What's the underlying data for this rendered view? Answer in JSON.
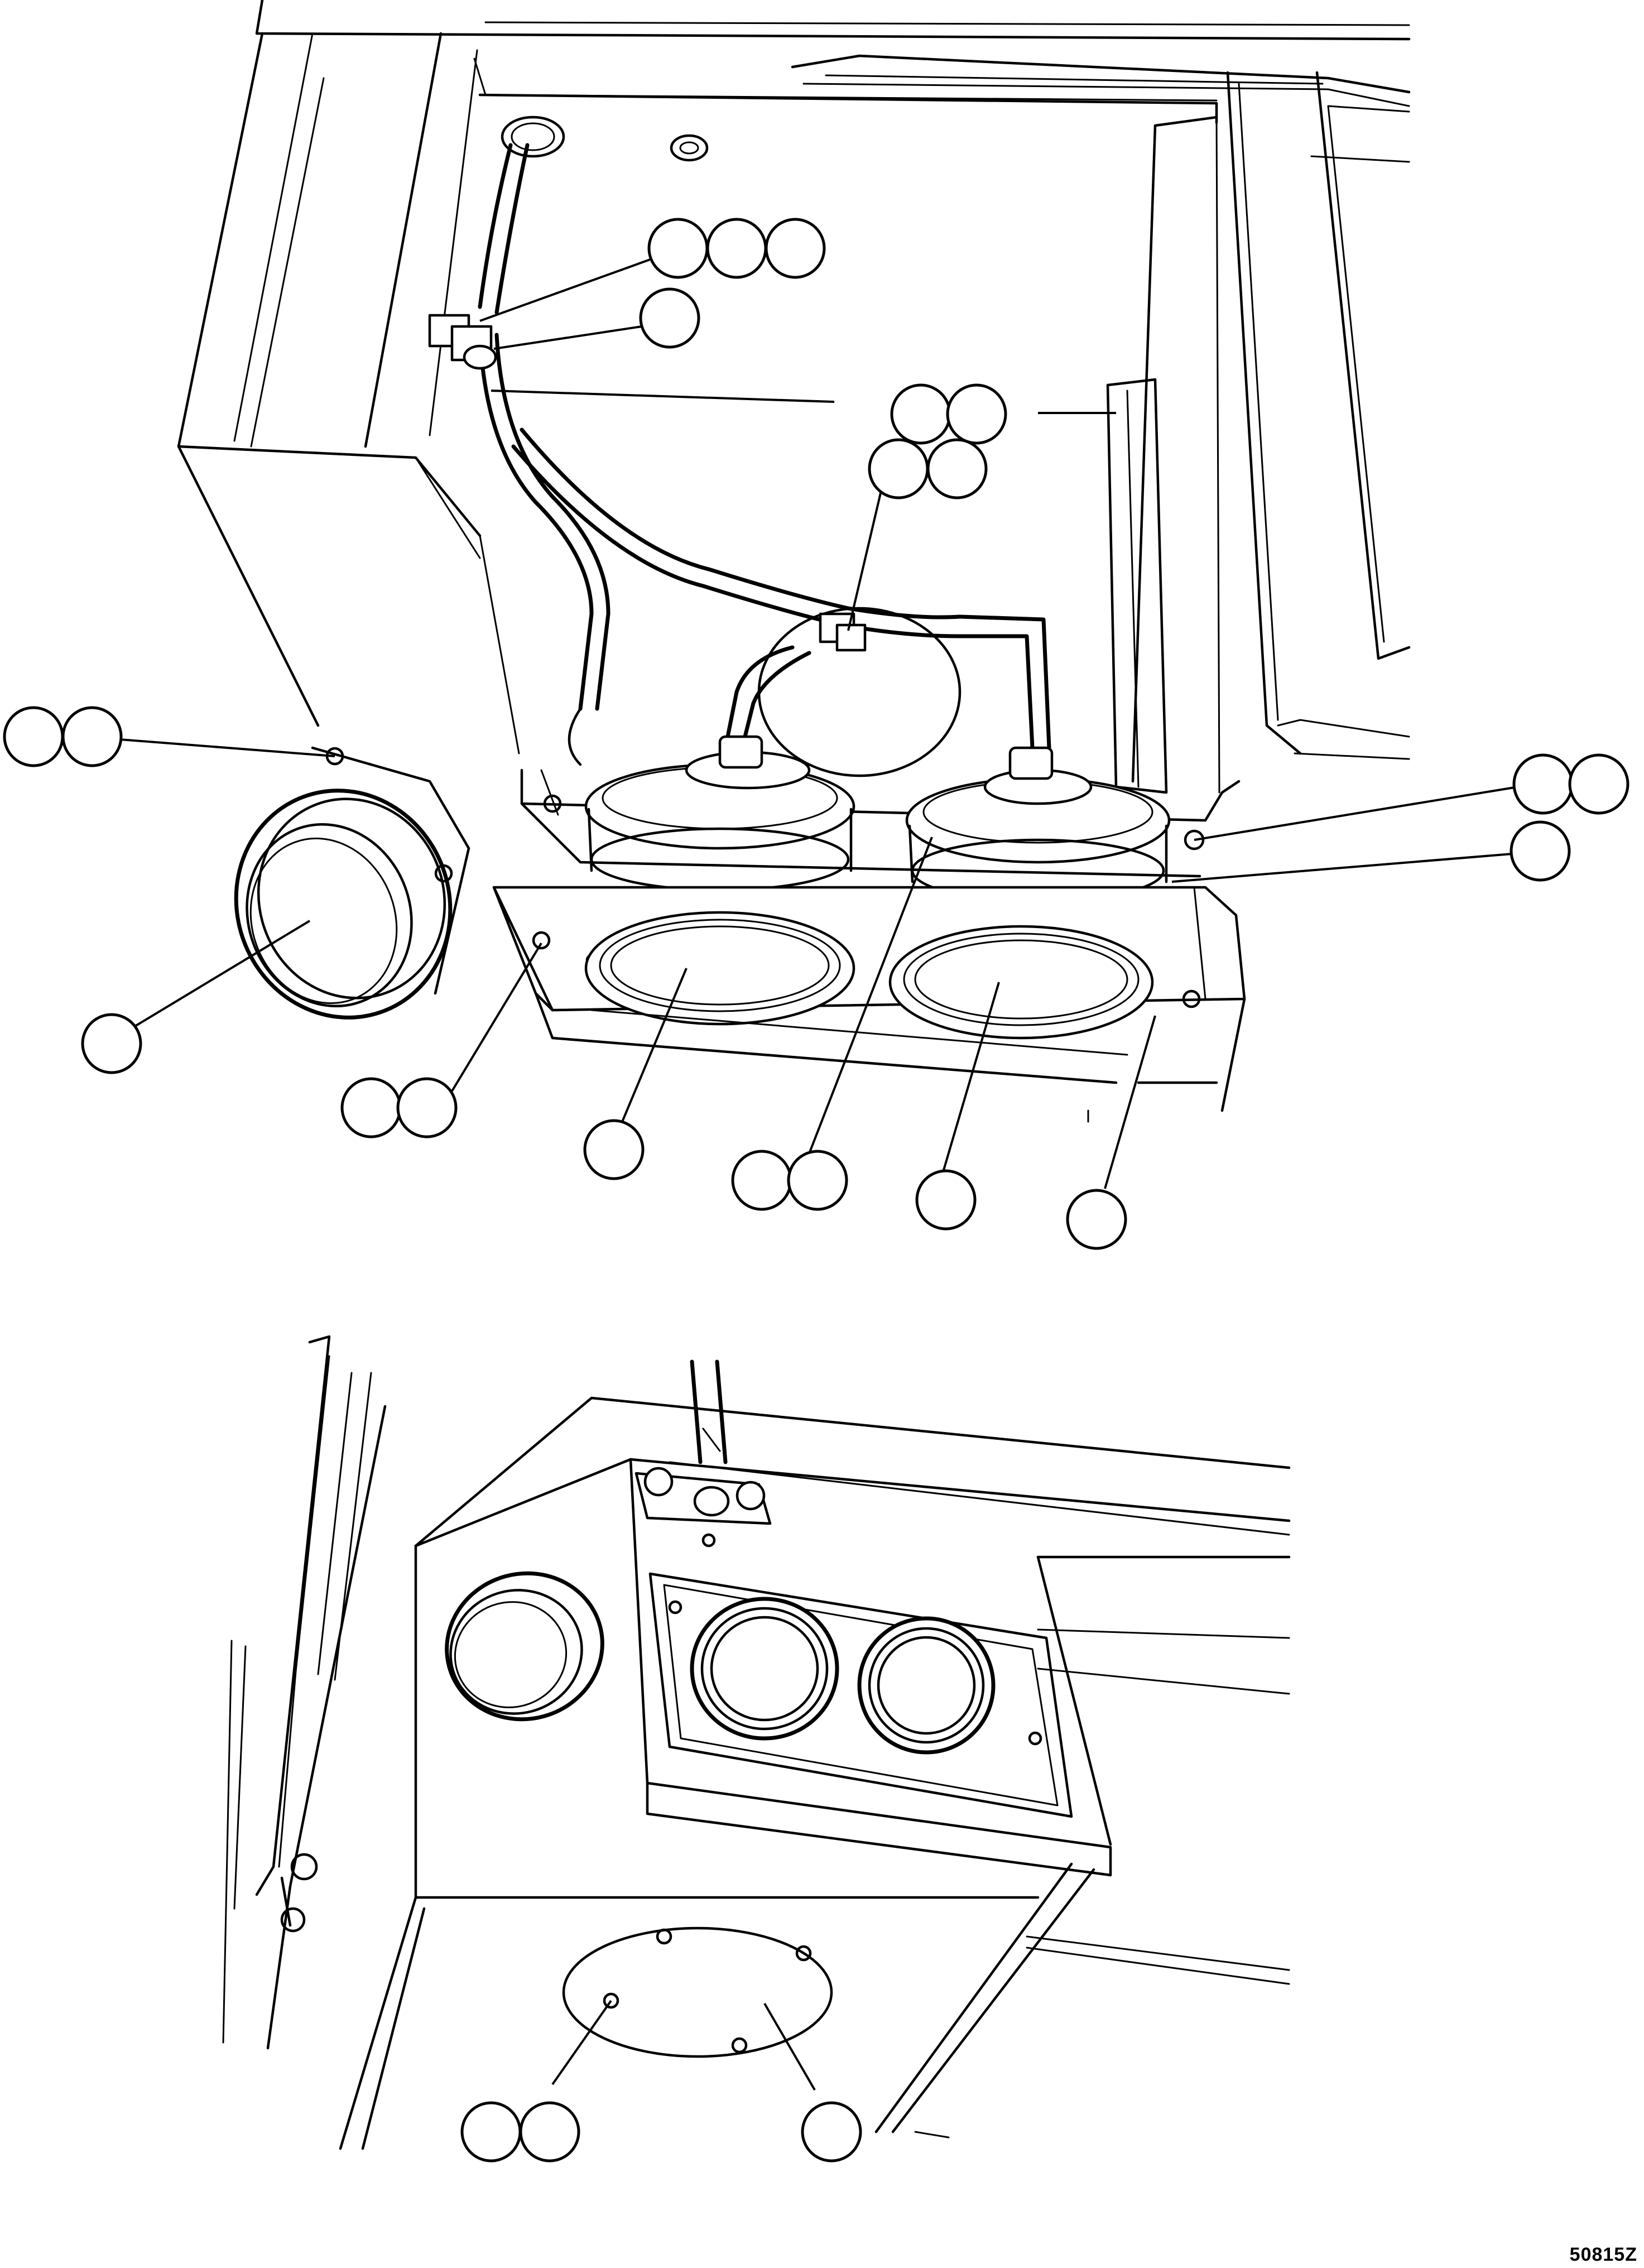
{
  "drawing_number": "50815Z",
  "callout_groups": [
    {
      "name": "callout-connector-triple",
      "count": 3
    },
    {
      "name": "callout-connector-single",
      "count": 1
    },
    {
      "name": "callout-harness-top-pair",
      "count": 2
    },
    {
      "name": "callout-harness-clip-pair",
      "count": 2
    },
    {
      "name": "callout-side-lamp-screws",
      "count": 2
    },
    {
      "name": "callout-side-lamp",
      "count": 1
    },
    {
      "name": "callout-lens-screws",
      "count": 2
    },
    {
      "name": "callout-left-lens",
      "count": 1
    },
    {
      "name": "callout-lamp-screws",
      "count": 2
    },
    {
      "name": "callout-right-lens",
      "count": 1
    },
    {
      "name": "callout-bezel-plate",
      "count": 1
    },
    {
      "name": "callout-mount-screws",
      "count": 2
    },
    {
      "name": "callout-bracket",
      "count": 1
    },
    {
      "name": "callout-cover-screws",
      "count": 2
    },
    {
      "name": "callout-access-cover",
      "count": 1
    }
  ]
}
